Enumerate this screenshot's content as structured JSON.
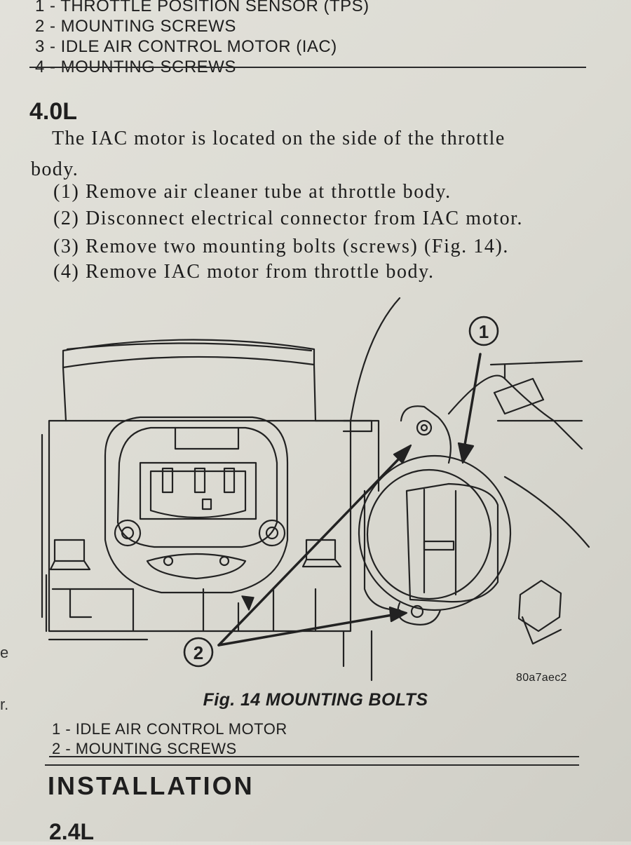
{
  "top_legend": [
    "1 - THROTTLE POSITION SENSOR (TPS)",
    "2 - MOUNTING SCREWS",
    "3 - IDLE AIR CONTROL MOTOR (IAC)",
    "4 - MOUNTING SCREWS"
  ],
  "section": {
    "heading": "4.0L",
    "intro_line1": "The IAC motor is located on the side of the throttle",
    "intro_line2": "body.",
    "steps": [
      "(1) Remove air cleaner tube at throttle body.",
      "(2) Disconnect electrical connector from IAC motor.",
      "(3) Remove two mounting bolts (screws) (Fig. 14).",
      "(4) Remove IAC motor from throttle body."
    ]
  },
  "figure": {
    "callout_1": "1",
    "callout_2": "2",
    "code": "80a7aec2",
    "caption": "Fig. 14 MOUNTING BOLTS",
    "legend": [
      "1 - IDLE AIR CONTROL MOTOR",
      "2 - MOUNTING SCREWS"
    ]
  },
  "installation": {
    "heading": "INSTALLATION",
    "subheading": "2.4L"
  },
  "edge_fragments": [
    "e",
    "r."
  ]
}
